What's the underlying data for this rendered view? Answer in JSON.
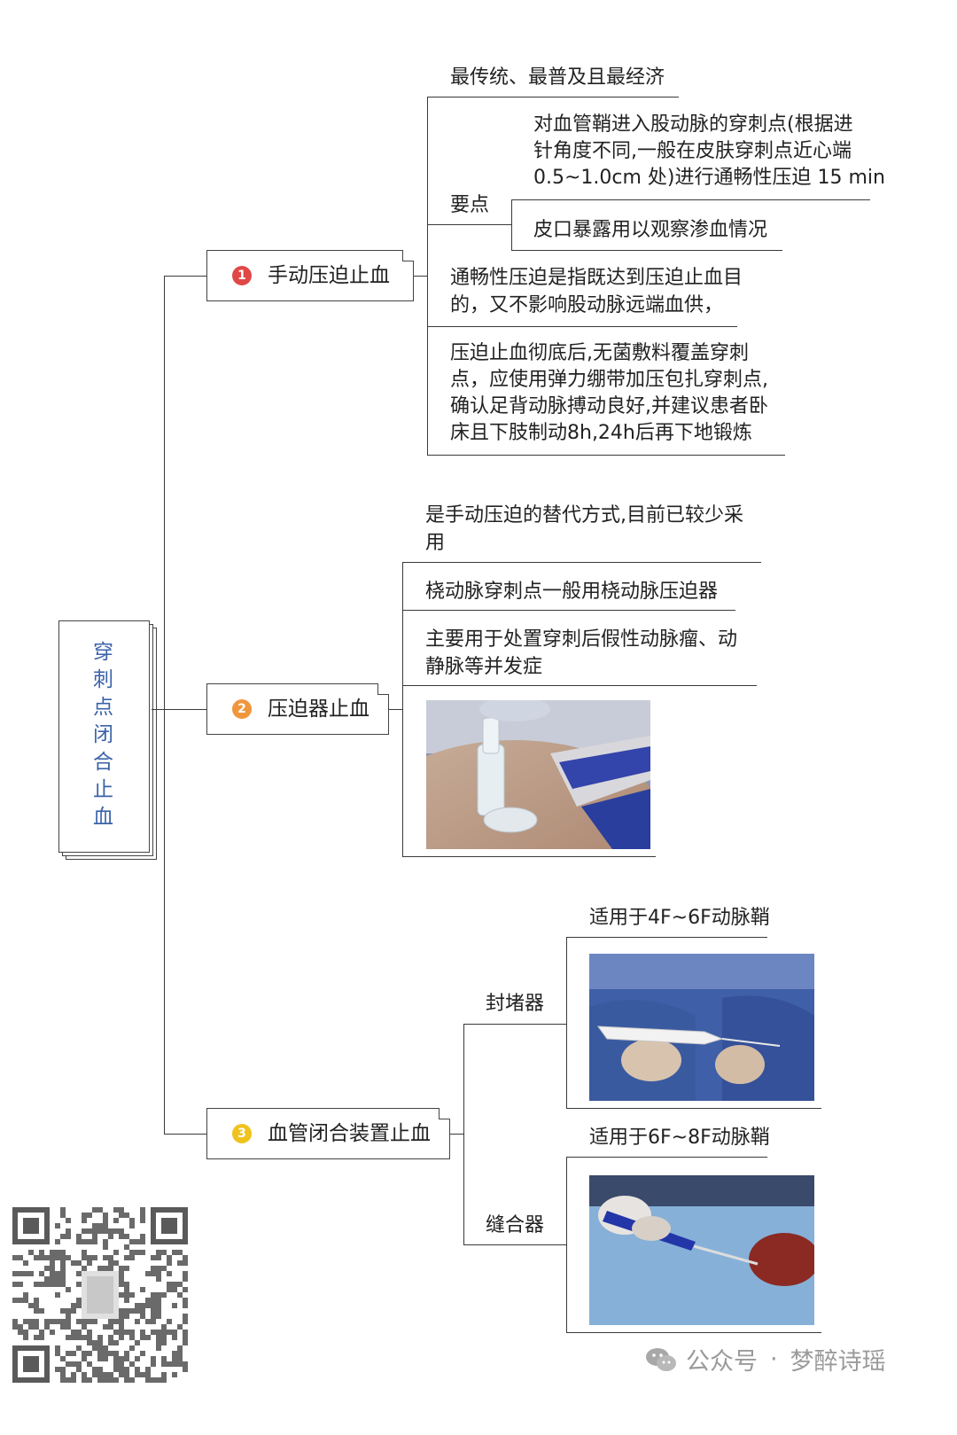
{
  "root": {
    "chars": [
      "穿",
      "刺",
      "点",
      "闭",
      "合",
      "止",
      "血"
    ]
  },
  "branches": [
    {
      "number": "1",
      "label": "手动压迫止血",
      "badge_color": "#e04848"
    },
    {
      "number": "2",
      "label": "压迫器止血",
      "badge_color": "#f0963c"
    },
    {
      "number": "3",
      "label": "血管闭合装置止血",
      "badge_color": "#f0c21e"
    }
  ],
  "manual": {
    "traditional": "最传统、最普及且最经济",
    "key_points_label": "要点",
    "key_point_1": [
      "对血管鞘进入股动脉的穿刺点(根据进",
      "针角度不同,一般在皮肤穿刺点近心端",
      "0.5~1.0cm 处)进行通畅性压迫 15 min"
    ],
    "key_point_2": "皮口暴露用以观察渗血情况",
    "patent_pressure": [
      "通畅性压迫是指既达到压迫止血目",
      "的，又不影响股动脉远端血供，"
    ],
    "after_hemostasis": [
      "压迫止血彻底后,无菌敷料覆盖穿刺",
      "点，应使用弹力绷带加压包扎穿刺点,",
      "确认足背动脉搏动良好,并建议患者卧",
      "床且下肢制动8h,24h后再下地锻炼"
    ]
  },
  "compressor": {
    "alternative": [
      "是手动压迫的替代方式,目前已较少采",
      "用"
    ],
    "radial": "桡动脉穿刺点一般用桡动脉压迫器",
    "main_use": [
      "主要用于处置穿刺后假性动脉瘤、动",
      "静脉等并发症"
    ]
  },
  "closure": {
    "plug_label": "封堵器",
    "plug_note": "适用于4F~6F动脉鞘",
    "suture_label": "缝合器",
    "suture_note": "适用于6F~8F动脉鞘"
  },
  "watermark": {
    "prefix": "公众号",
    "separator": "·",
    "name": "梦醉诗瑶"
  },
  "colors": {
    "root_text": "#3b63a8",
    "line": "#3a3a3a",
    "watermark": "#9a9a9a"
  }
}
